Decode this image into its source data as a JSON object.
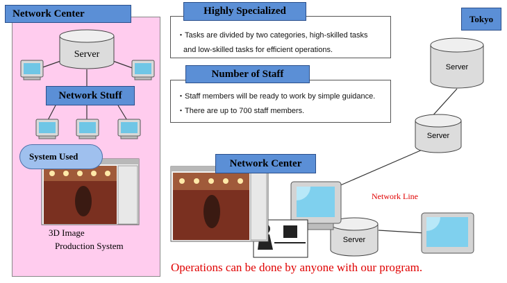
{
  "left_panel": {
    "title": "Network Center",
    "server_label": "Server",
    "staff_label": "Network Stuff",
    "system_label": "System Used",
    "caption_line1": "3D Image",
    "caption_line2": "Production System"
  },
  "highly_specialized": {
    "title": "Highly Specialized",
    "line1": "・Tasks are divided by two categories, high-skilled tasks",
    "line2": "and low-skilled tasks for efficient operations."
  },
  "number_of_staff": {
    "title": "Number of Staff",
    "line1": "・Staff members will be ready to work by simple guidance.",
    "line2": "・There are up to 700 staff members."
  },
  "network_center_label": "Network Center",
  "tokyo_label": "Tokyo",
  "servers": {
    "tokyo_top": "Server",
    "tokyo_mid": "Server",
    "bottom": "Server"
  },
  "network_line_label": "Network Line",
  "footer": "Operations can be done by anyone with our program.",
  "colors": {
    "panel_bg": "#ffccee",
    "box_blue": "#5b8fd6",
    "accent_red": "#e00000"
  }
}
